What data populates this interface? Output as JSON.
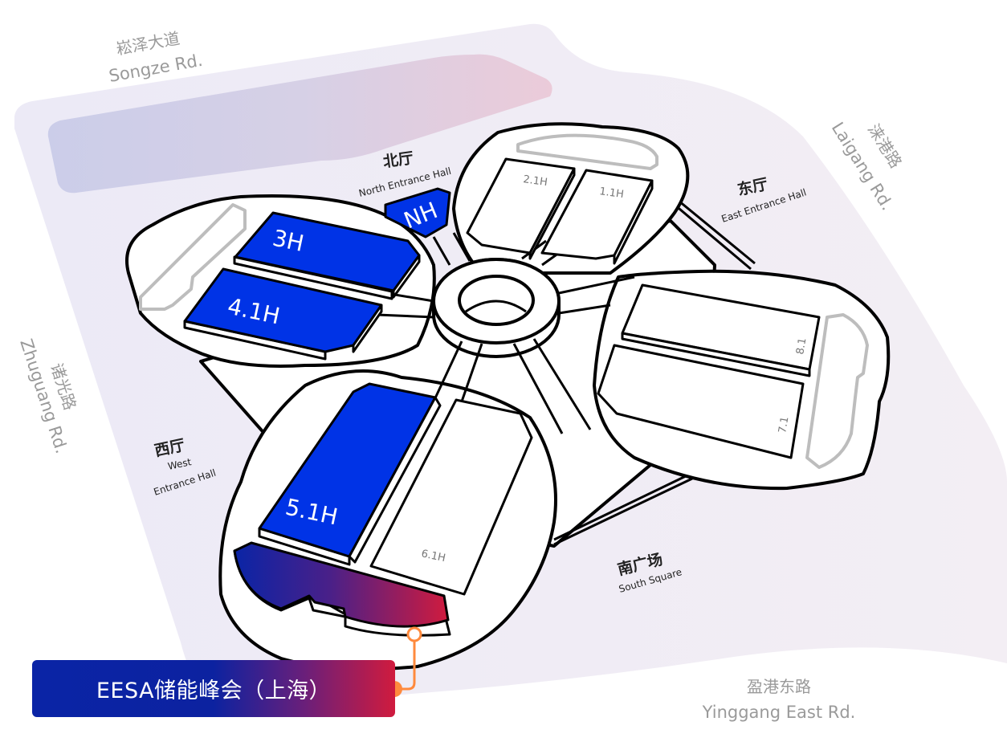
{
  "roads": {
    "north": {
      "cn": "崧泽大道",
      "en": "Songze Rd."
    },
    "east": {
      "cn": "涞港路",
      "en": "Laigang Rd."
    },
    "west": {
      "cn": "诸光路",
      "en": "Zhuguang Rd."
    },
    "south": {
      "cn": "盈港东路",
      "en": "Yinggang East Rd."
    }
  },
  "entrances": {
    "north": {
      "cn": "北厅",
      "en": "North Entrance Hall"
    },
    "east": {
      "cn": "东厅",
      "en": "East Entrance Hall"
    },
    "west": {
      "cn": "西厅",
      "en_line1": "West",
      "en_line2": "Entrance Hall"
    },
    "south": {
      "cn": "南广场",
      "en": "South Square"
    }
  },
  "halls": {
    "highlighted": [
      {
        "id": "NH",
        "label": "NH"
      },
      {
        "id": "3H",
        "label": "3H"
      },
      {
        "id": "4.1H",
        "label": "4.1H"
      },
      {
        "id": "5.1H",
        "label": "5.1H"
      }
    ],
    "other": [
      {
        "id": "2.1H",
        "label": "2.1H"
      },
      {
        "id": "1.1H",
        "label": "1.1H"
      },
      {
        "id": "8.1",
        "label": "8.1"
      },
      {
        "id": "7.1",
        "label": "7.1"
      },
      {
        "id": "6.1H",
        "label": "6.1H"
      }
    ]
  },
  "event": {
    "label": "EESA储能峰会（上海）",
    "marker_color": "#ff8a3d"
  },
  "colors": {
    "hall_highlight": "#0033e6",
    "gradient_start": "#0a24a6",
    "gradient_end": "#d01b3e",
    "site_background": "#efedf6"
  }
}
